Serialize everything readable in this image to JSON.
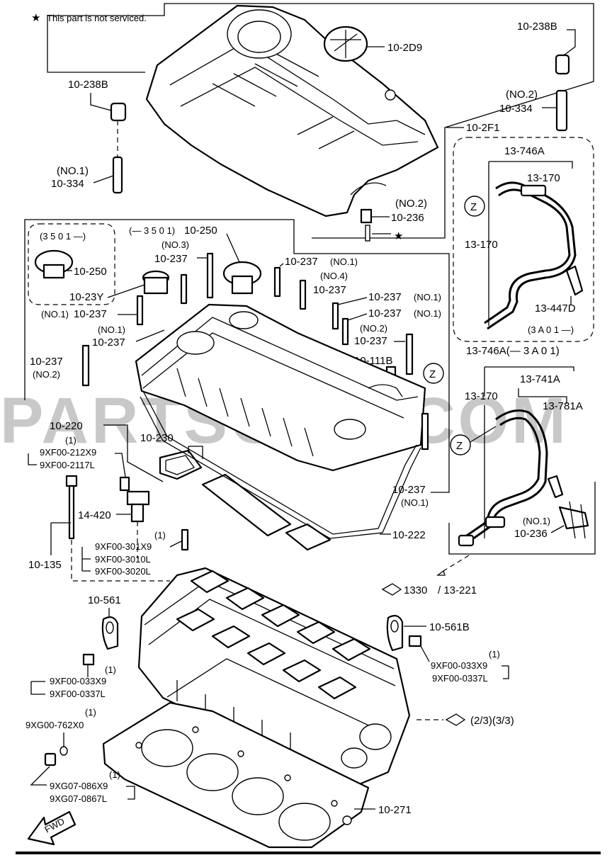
{
  "note": {
    "star": "★",
    "text": "This part is not serviced."
  },
  "watermark": "PARTSOUQ.COM",
  "callouts": {
    "c_2D9": "10-2D9",
    "c_238B_left": "10-238B",
    "c_238B_right": "10-238B",
    "c_334_no2_tag": "(NO.2)",
    "c_334_no2": "10-334",
    "c_2F1": "10-2F1",
    "c_334_no1_tag": "(NO.1)",
    "c_334_no1": "10-334",
    "c_236_no2_tag": "(NO.2)",
    "c_236_no2": "10-236",
    "c_746A": "13-746A",
    "c_170_a": "13-170",
    "c_170_b": "13-170",
    "c_447D": "13-447D",
    "c_3A01": "(3 A 0 1 —)",
    "c_3501_box": "(3 5 0 1 —)",
    "c_250_a": "10-250",
    "c_250_b_tag": "(— 3 5 0 1)",
    "c_250_b": "10-250",
    "c_237_no3_tag": "(NO.3)",
    "c_237_no3": "10-237",
    "c_237_top": "10-237",
    "c_237_top_tag": "(NO.1)",
    "c_237_no4_tag": "(NO.4)",
    "c_237_no4": "10-237",
    "c_23Y": "10-23Y",
    "c_237_no1_left_tag": "(NO.1)",
    "c_237_no1_left": "10-237",
    "c_237_r1": "10-237",
    "c_237_r1_tag": "(NO.1)",
    "c_237_r2": "10-237",
    "c_237_r2_tag": "(NO.1)",
    "c_237_no1_mid_tag": "(NO.1)",
    "c_237_no1_mid": "10-237",
    "c_237_no2_r_tag": "(NO.2)",
    "c_237_no2_r": "10-237",
    "c_237_no2_l": "10-237",
    "c_237_no2_l_tag": "(NO.2)",
    "c_111B": "10-111B",
    "c_Z1": "Z",
    "c_746A_b": "13-746A(— 3 A 0 1)",
    "c_741A": "13-741A",
    "c_170_c": "13-170",
    "c_781A": "13-781A",
    "c_Z2": "Z",
    "c_Z3": "Z",
    "c_220": "10-220",
    "c_230": "10-230",
    "c_212_tag": "(1)",
    "c_212X9": "9XF00-212X9",
    "c_2117L": "9XF00-2117L",
    "c_237_lo": "10-237",
    "c_237_lo_tag": "(NO.1)",
    "c_236_no1_tag": "(NO.1)",
    "c_236_no1": "10-236",
    "c_420": "14-420",
    "c_222": "10-222",
    "c_301_tag": "(1)",
    "c_301X9": "9XF00-301X9",
    "c_3010L": "9XF00-3010L",
    "c_3020L": "9XF00-3020L",
    "c_135": "10-135",
    "c_1330": "1330",
    "c_221": "/ 13-221",
    "c_561": "10-561",
    "c_561B": "10-561B",
    "c_033_r_tag": "(1)",
    "c_033X9_r": "9XF00-033X9",
    "c_0337L_r": "9XF00-0337L",
    "c_033_l_tag": "(1)",
    "c_033X9_l": "9XF00-033X9",
    "c_0337L_l": "9XF00-0337L",
    "c_762_tag": "(1)",
    "c_762X0": "9XG00-762X0",
    "c_pages": "(2/3)(3/3)",
    "c_086_tag": "(1)",
    "c_086X9": "9XG07-086X9",
    "c_0867L": "9XG07-0867L",
    "c_271": "10-271",
    "c_fwd": "FWD"
  }
}
